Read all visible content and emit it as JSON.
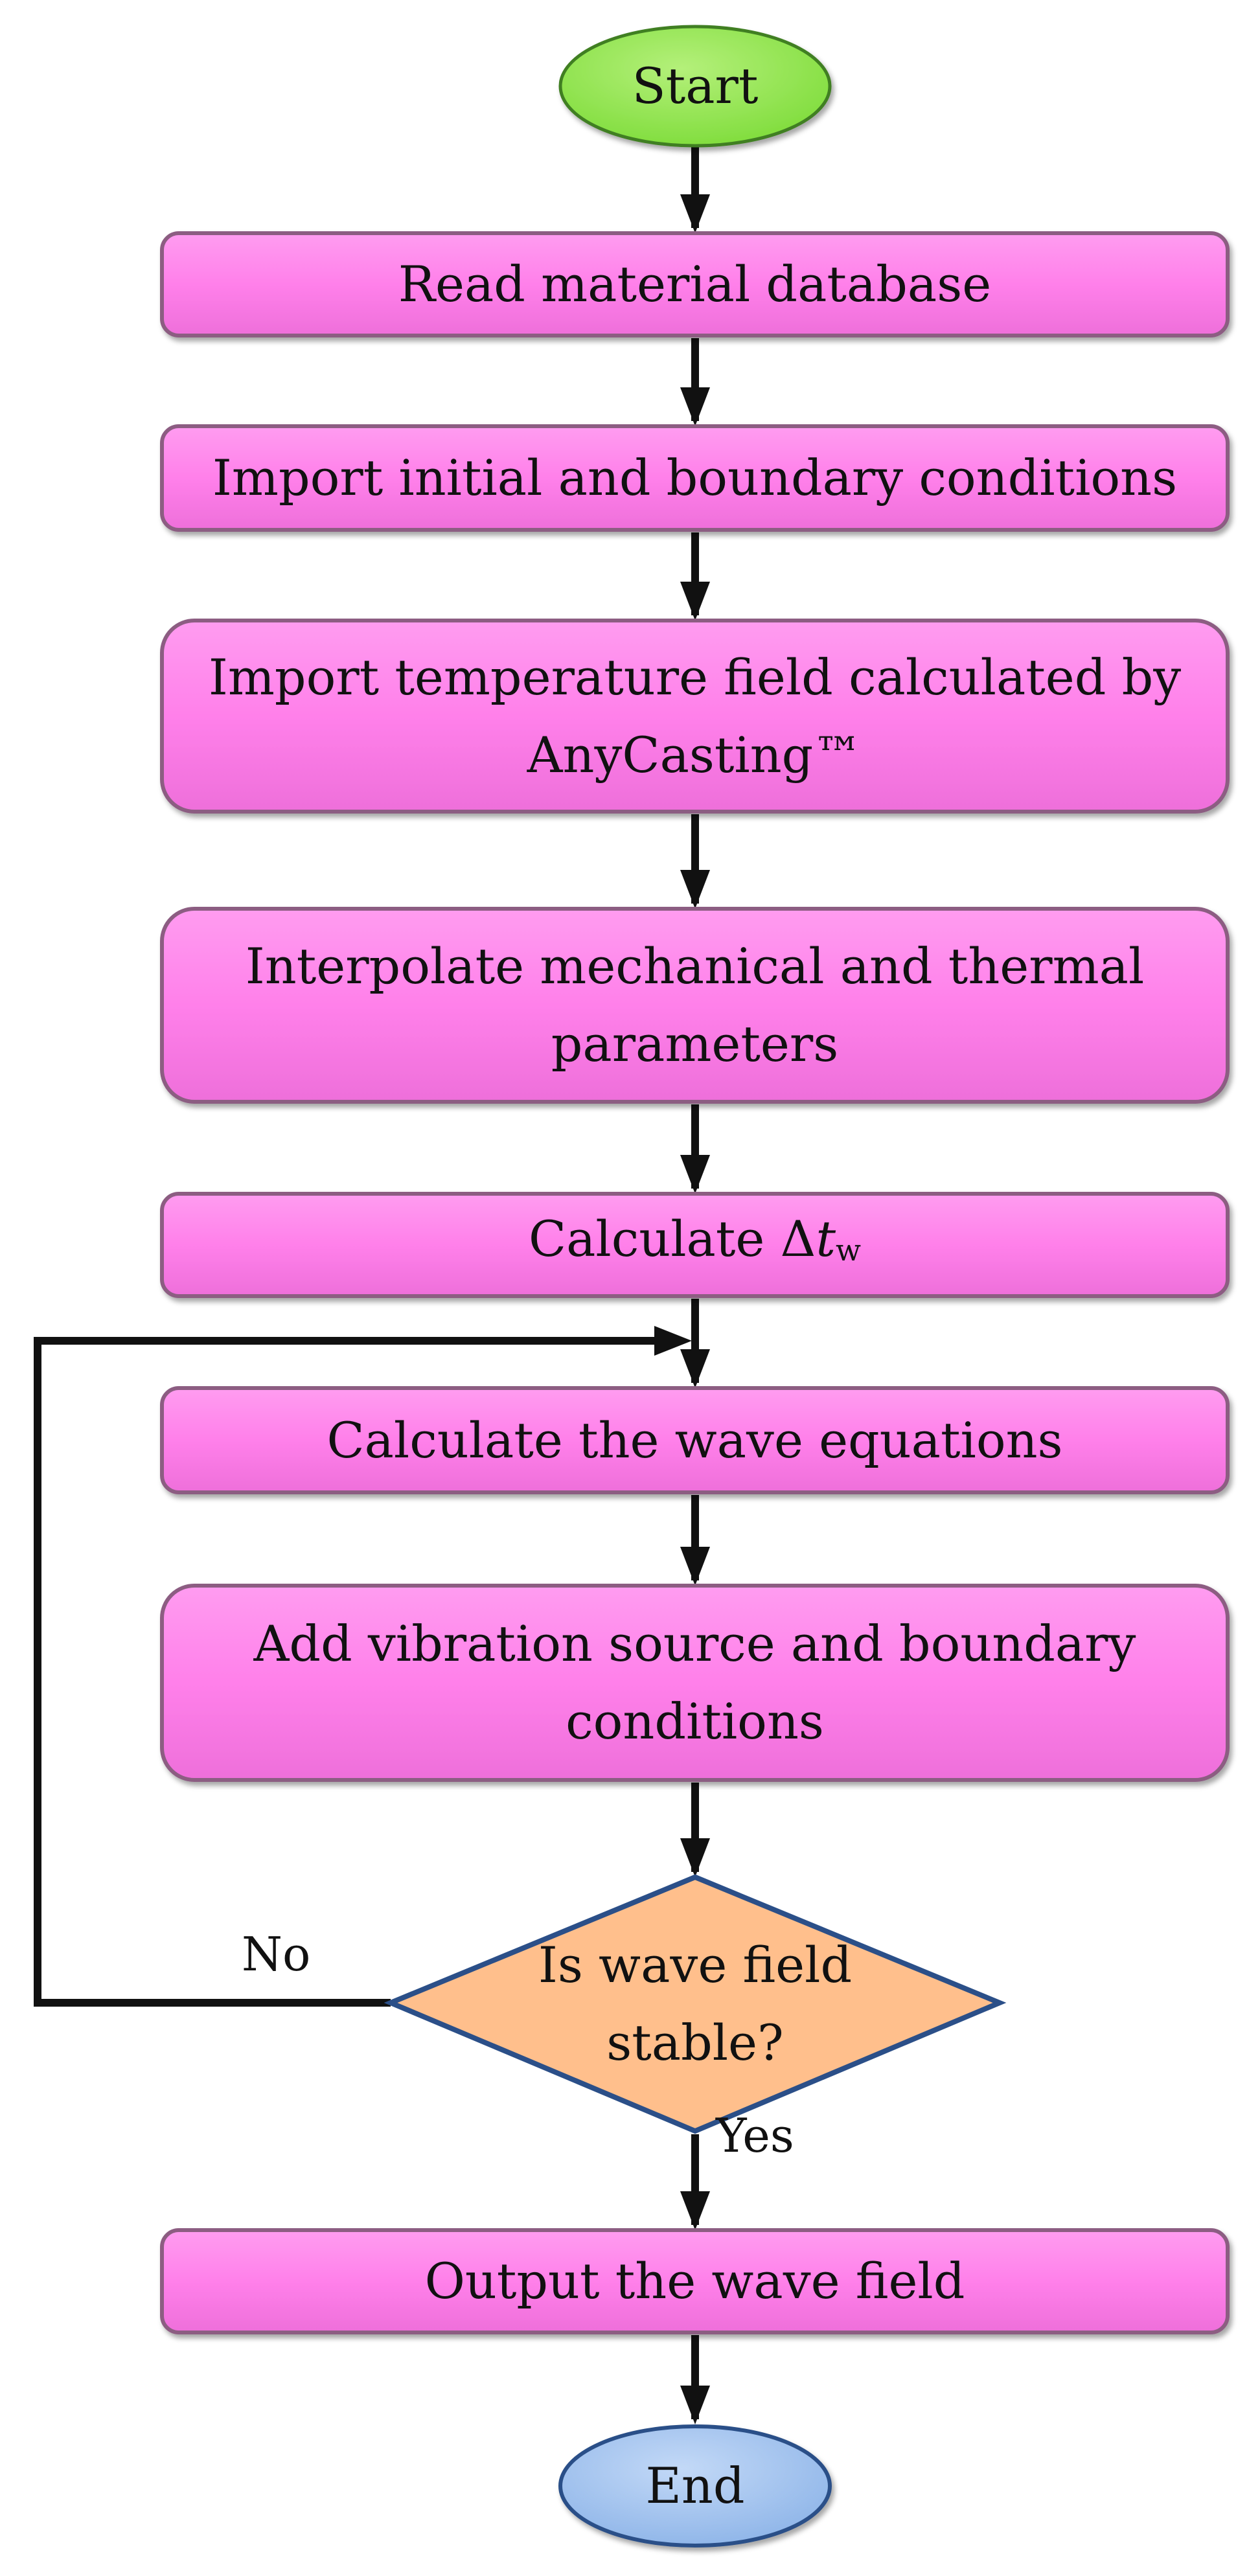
{
  "diagram": {
    "colors": {
      "process_fill": "#ff80ea",
      "process_stroke": "#8c5d82",
      "start_fill": "#7edc3a",
      "end_fill": "#8db4e8",
      "decision_fill": "#ffbf8c",
      "decision_stroke": "#2b4f88",
      "arrow": "#111111"
    },
    "nodes": {
      "start": "Start",
      "read_db": "Read material database",
      "import_conditions": "Import initial and boundary conditions",
      "import_temp_line1": "Import temperature field calculated by",
      "import_temp_line2": "AnyCasting™",
      "interpolate_line1": "Interpolate mechanical and thermal",
      "interpolate_line2": "parameters",
      "calc_dt_prefix": "Calculate Δ",
      "calc_dt_var": "t",
      "calc_dt_sub": "w",
      "calc_wave": "Calculate the wave equations",
      "add_vib_line1": "Add vibration source and boundary",
      "add_vib_line2": "conditions",
      "decision_line1": "Is wave field",
      "decision_line2": "stable?",
      "output": "Output the wave field",
      "end": "End"
    },
    "edges": {
      "no_label": "No",
      "yes_label": "Yes"
    }
  }
}
